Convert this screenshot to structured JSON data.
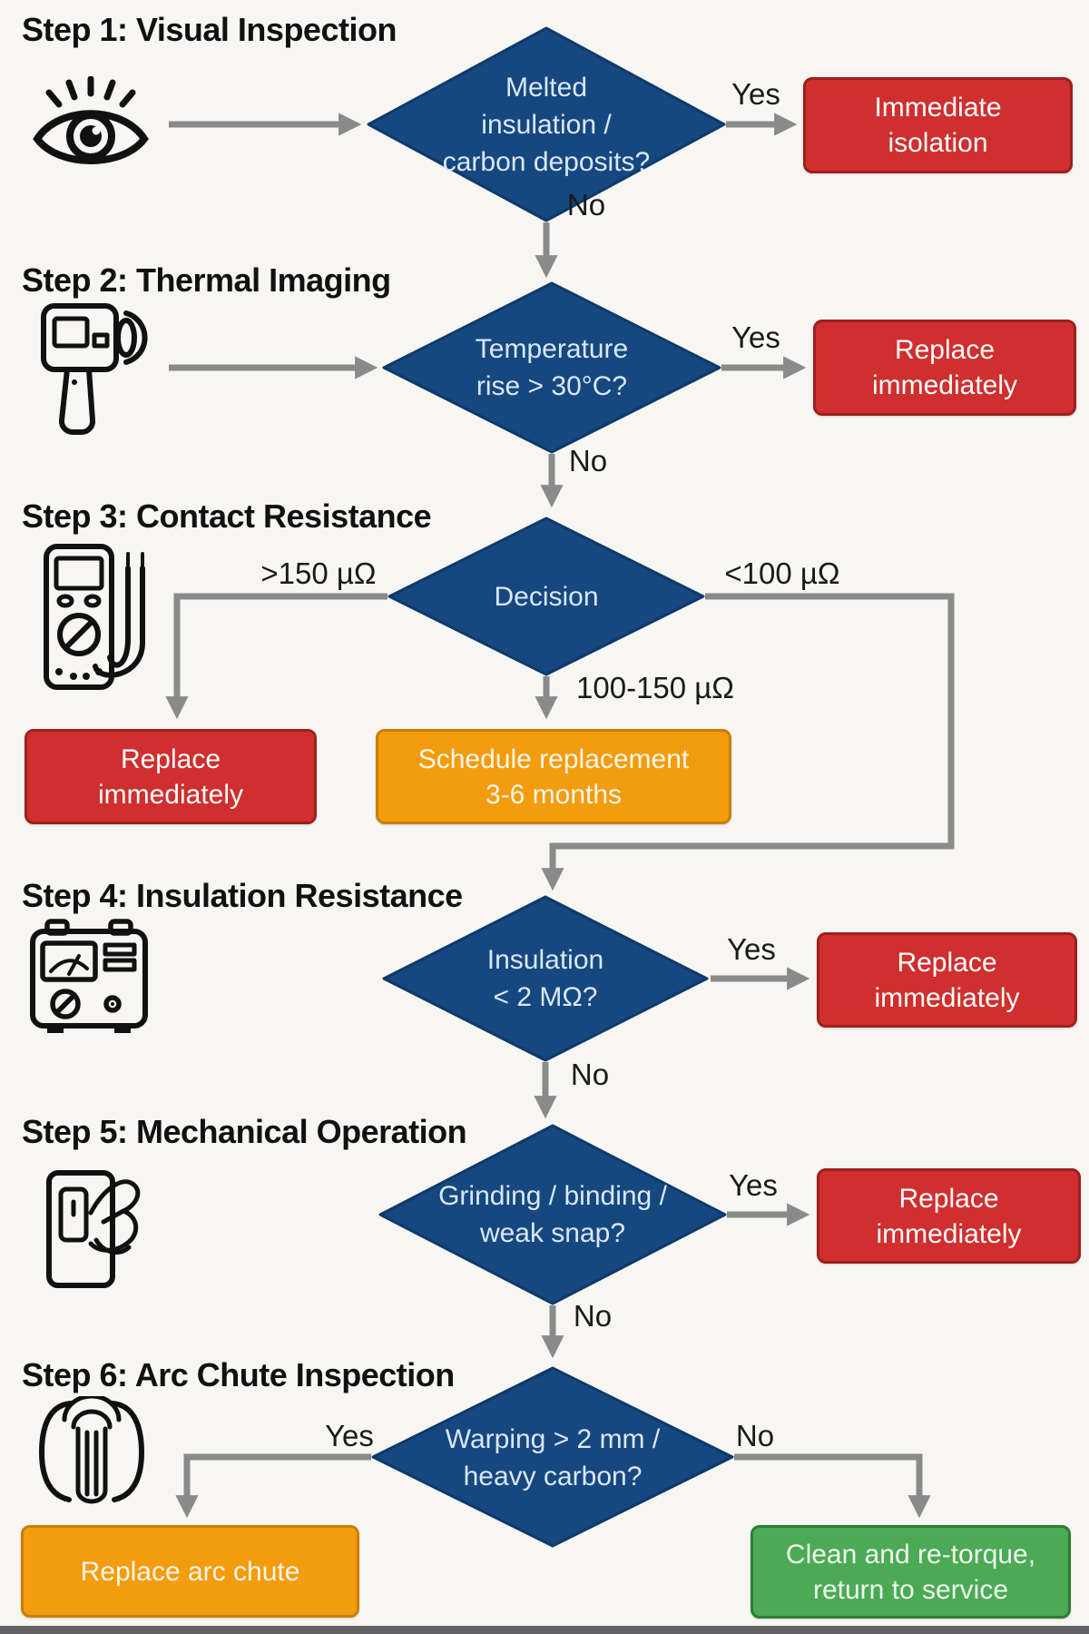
{
  "colors": {
    "background": "#f7f6f3",
    "diamond_fill": "#17477f",
    "diamond_border": "#0d3a6b",
    "diamond_text": "#d9e8f6",
    "red_box": "#cf2f2e",
    "red_box_border": "#9e1f1e",
    "orange_box": "#f39c0d",
    "orange_box_border": "#c97e06",
    "green_box": "#4caa55",
    "green_box_border": "#2e7d36",
    "connector_gray": "#8a8a8a",
    "title_text": "#111111"
  },
  "icons": {
    "step1": "eye-icon",
    "step2": "thermal-camera-icon",
    "step3": "multimeter-icon",
    "step4": "insulation-tester-icon",
    "step5": "hand-switch-icon",
    "step6": "arc-chute-icon"
  },
  "steps": [
    {
      "title": "Step 1: Visual Inspection",
      "diamond_lines": [
        "Melted",
        "insulation /",
        "carbon deposits?"
      ]
    },
    {
      "title": "Step 2: Thermal Imaging",
      "diamond_lines": [
        "Temperature",
        "rise > 30°C?"
      ]
    },
    {
      "title": "Step 3: Contact Resistance",
      "diamond_lines": [
        "Decision"
      ]
    },
    {
      "title": "Step 4: Insulation Resistance",
      "diamond_lines": [
        "Insulation",
        "< 2 MΩ?"
      ]
    },
    {
      "title": "Step 5: Mechanical Operation",
      "diamond_lines": [
        "Grinding / binding /",
        "weak snap?"
      ]
    },
    {
      "title": "Step 6: Arc Chute Inspection",
      "diamond_lines": [
        "Warping > 2 mm /",
        "heavy carbon?"
      ]
    }
  ],
  "labels": {
    "s1_yes": "Yes",
    "s1_no": "No",
    "s2_yes": "Yes",
    "s2_no": "No",
    "s3_left": ">150 µΩ",
    "s3_right": "<100 µΩ",
    "s3_mid": "100-150 µΩ",
    "s4_yes": "Yes",
    "s4_no": "No",
    "s5_yes": "Yes",
    "s5_no": "No",
    "s6_yes": "Yes",
    "s6_no": "No"
  },
  "result_boxes": [
    {
      "name": "immediate-isolation",
      "color": "red",
      "lines": [
        "Immediate",
        "isolation"
      ]
    },
    {
      "name": "replace-immediately-step2",
      "color": "red",
      "lines": [
        "Replace",
        "immediately"
      ]
    },
    {
      "name": "replace-immediately-step3",
      "color": "red",
      "lines": [
        "Replace",
        "immediately"
      ]
    },
    {
      "name": "schedule-replacement",
      "color": "orange",
      "lines": [
        "Schedule replacement",
        "3-6 months"
      ]
    },
    {
      "name": "replace-immediately-step4",
      "color": "red",
      "lines": [
        "Replace",
        "immediately"
      ]
    },
    {
      "name": "replace-immediately-step5",
      "color": "red",
      "lines": [
        "Replace",
        "immediately"
      ]
    },
    {
      "name": "replace-arc-chute",
      "color": "orange",
      "lines": [
        "Replace arc chute"
      ]
    },
    {
      "name": "clean-and-retorque",
      "color": "green",
      "lines": [
        "Clean and re-torque,",
        "return to service"
      ]
    }
  ]
}
